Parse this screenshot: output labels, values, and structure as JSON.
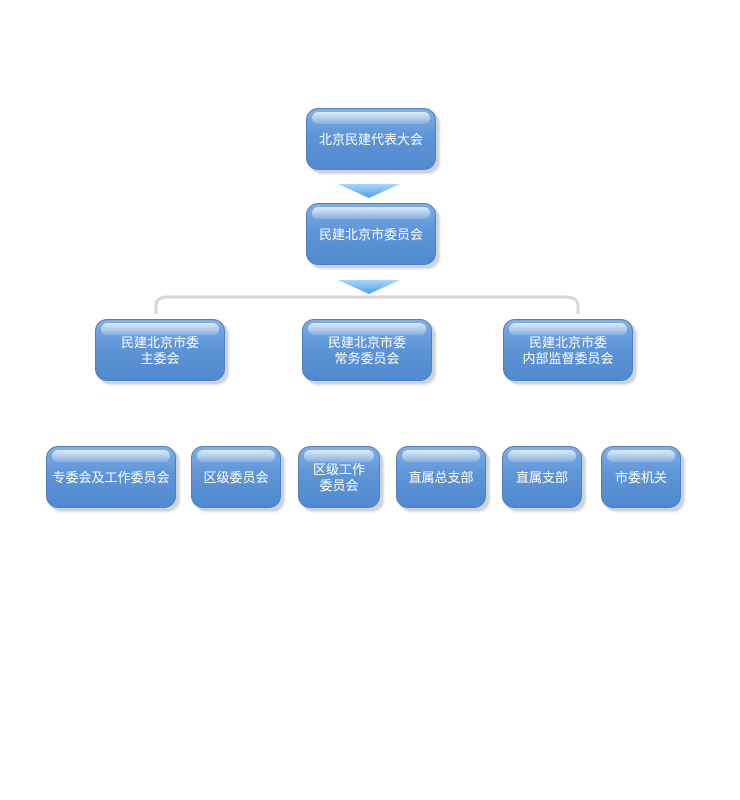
{
  "org_chart": {
    "top": "北京民建代表大会",
    "committee": "民建北京市委员会",
    "level3": [
      {
        "line1": "民建北京市委",
        "line2": "主委会"
      },
      {
        "line1": "民建北京市委",
        "line2": "常务委员会"
      },
      {
        "line1": "民建北京市委",
        "line2": "内部监督委员会"
      }
    ],
    "level4": [
      {
        "line1": "专委会及工作委员会",
        "line2": ""
      },
      {
        "line1": "区级委员会",
        "line2": ""
      },
      {
        "line1": "区级工作",
        "line2": "委员会"
      },
      {
        "line1": "直属总支部",
        "line2": ""
      },
      {
        "line1": "直属支部",
        "line2": ""
      },
      {
        "line1": "市委机关",
        "line2": ""
      }
    ],
    "colors": {
      "box_fill": "#5e95d6",
      "box_border": "#4f7fbd",
      "arrow": "#7fbcf0",
      "connector": "#d4d6d9"
    }
  }
}
